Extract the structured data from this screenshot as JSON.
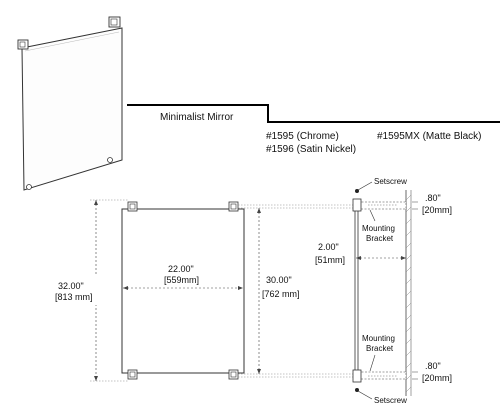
{
  "product": {
    "name": "Minimalist Mirror",
    "models": [
      {
        "number": "#1595",
        "finish": "(Chrome)"
      },
      {
        "number": "#1596",
        "finish": "(Satin Nickel)"
      },
      {
        "number": "#1595MX",
        "finish": "(Matte Black)"
      }
    ]
  },
  "dimensions": {
    "overall_height": "32.00\"",
    "overall_height_mm": "[813 mm]",
    "mirror_width": "22.00\"",
    "mirror_width_mm": "[559mm]",
    "mirror_height": "30.00\"",
    "mirror_height_mm": "[762 mm]",
    "wall_offset": "2.00\"",
    "wall_offset_mm": "[51mm]",
    "bracket_top": ".80\"",
    "bracket_top_mm": "[20mm]",
    "bracket_bottom": ".80\"",
    "bracket_bottom_mm": "[20mm]"
  },
  "callouts": {
    "setscrew_top": "Setscrew",
    "setscrew_bottom": "Setscrew",
    "mounting_bracket_top": [
      "Mounting",
      "Bracket"
    ],
    "mounting_bracket_bottom": [
      "Mounting",
      "Bracket"
    ]
  }
}
